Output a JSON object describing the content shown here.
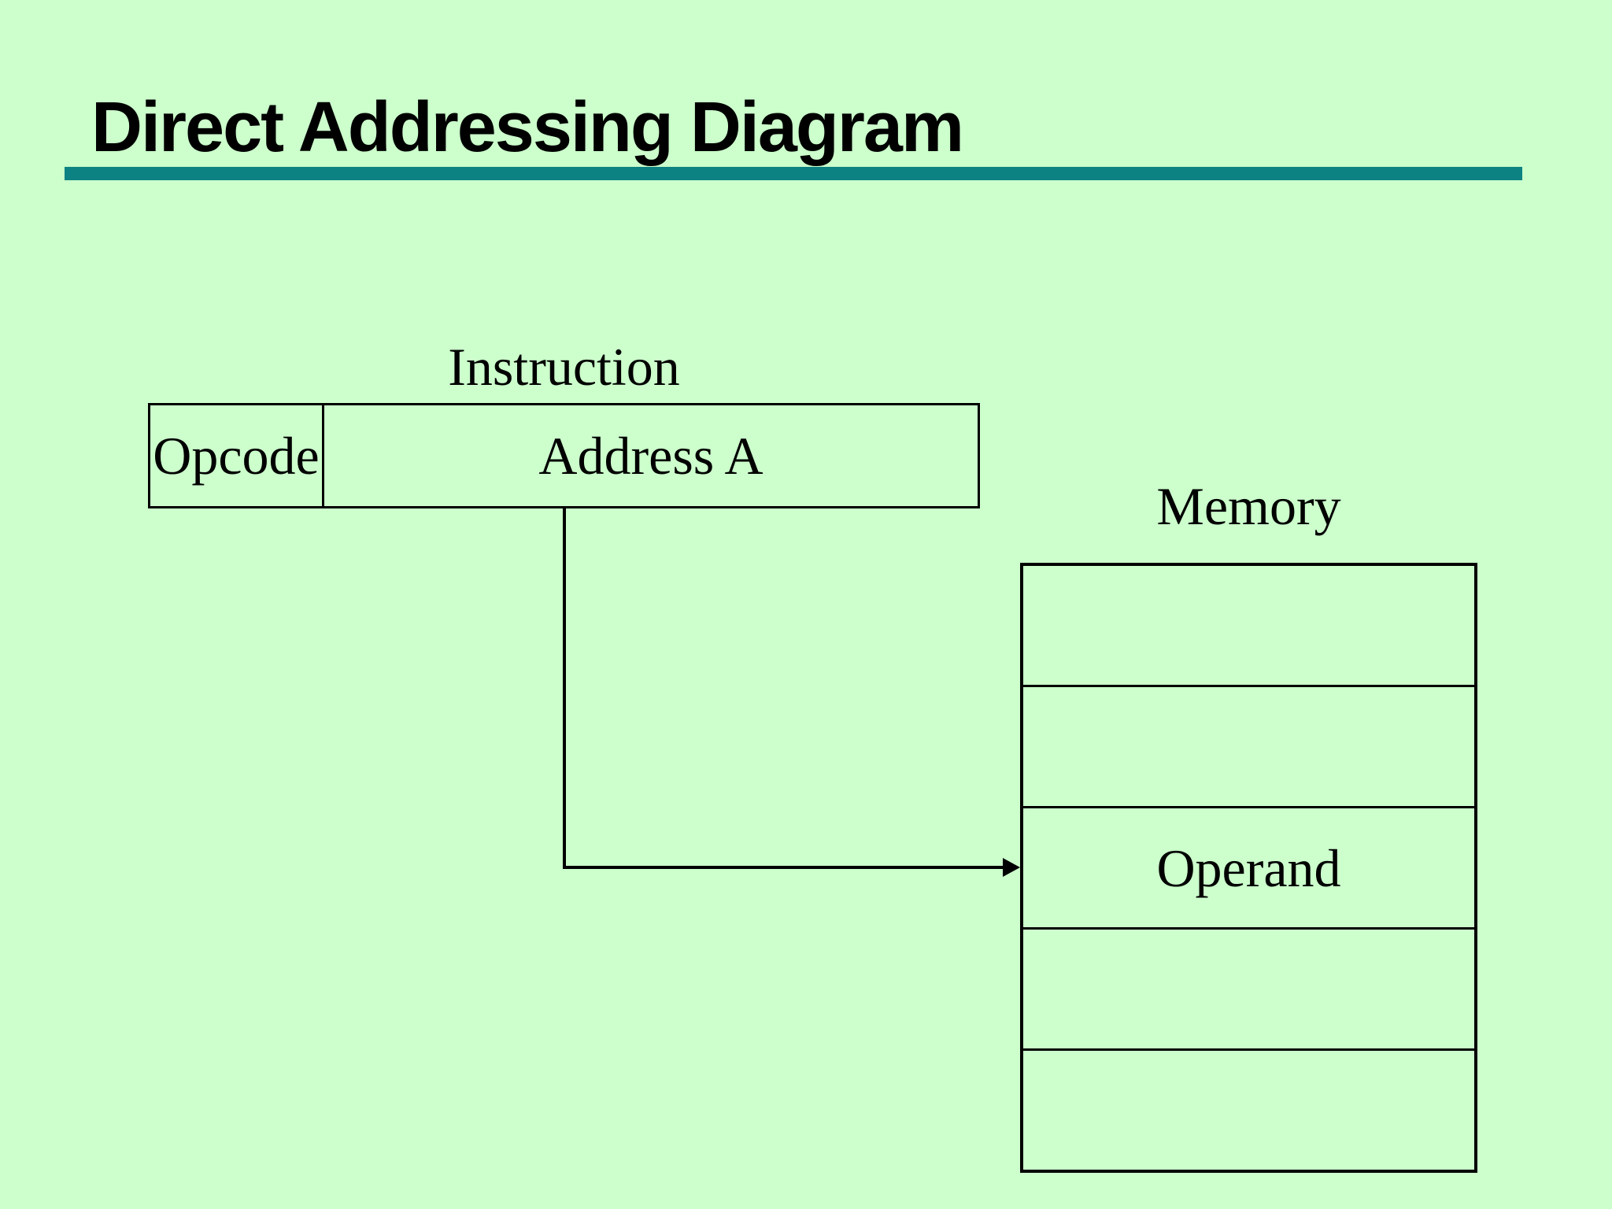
{
  "slide": {
    "title": "Direct Addressing Diagram",
    "background_color": "#ccffcc",
    "accent_rule_color": "#0d8282",
    "line_color": "#000000"
  },
  "instruction": {
    "label": "Instruction",
    "fields": [
      {
        "label": "Opcode"
      },
      {
        "label": "Address A"
      }
    ]
  },
  "memory": {
    "label": "Memory",
    "rows": [
      "",
      "",
      "Operand",
      "",
      ""
    ]
  },
  "icons": {
    "arrowhead": "right-arrowhead"
  }
}
